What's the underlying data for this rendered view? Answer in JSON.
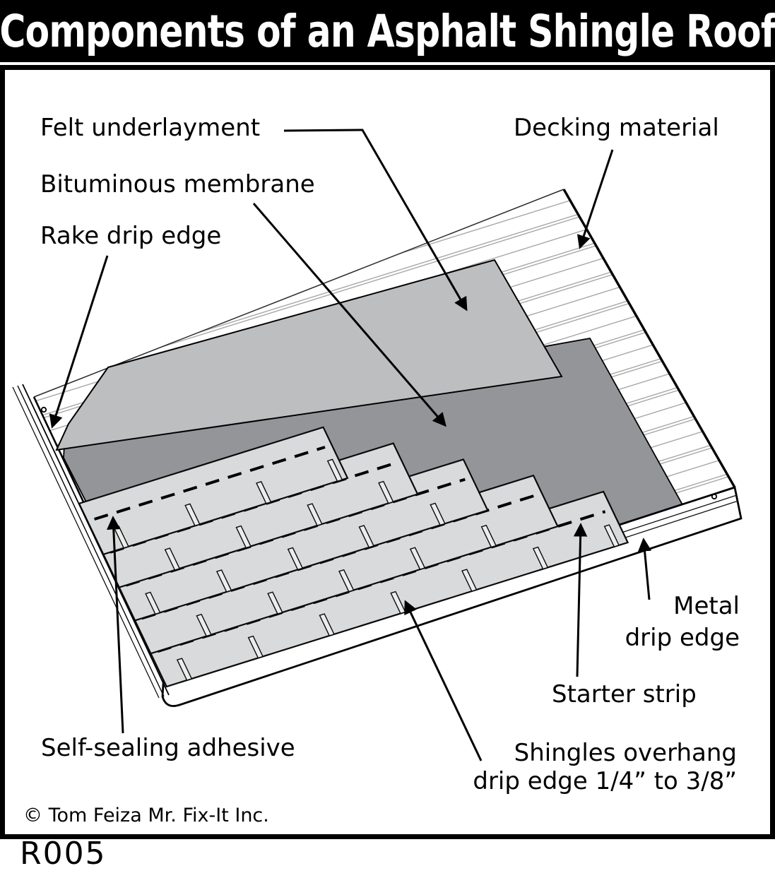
{
  "title": "Components of an Asphalt Shingle Roof",
  "code": "R005",
  "copyright": "© Tom Feiza Mr. Fix-It Inc.",
  "labels": {
    "felt": "Felt underlayment",
    "bituminous": "Bituminous membrane",
    "rake": "Rake drip edge",
    "decking": "Decking material",
    "metal_line1": "Metal",
    "metal_line2": "drip edge",
    "starter": "Starter strip",
    "self_sealing": "Self-sealing adhesive",
    "overhang_line1": "Shingles overhang",
    "overhang_line2": "drip edge 1/4” to 3/8”"
  },
  "colors": {
    "felt": "#bcbec0",
    "membrane": "#939598",
    "shingle": "#d9dadb",
    "slot": "#ececed",
    "board_line": "#9c9c9e",
    "header_bg": "#000000",
    "header_text": "#ffffff",
    "line": "#000000"
  }
}
